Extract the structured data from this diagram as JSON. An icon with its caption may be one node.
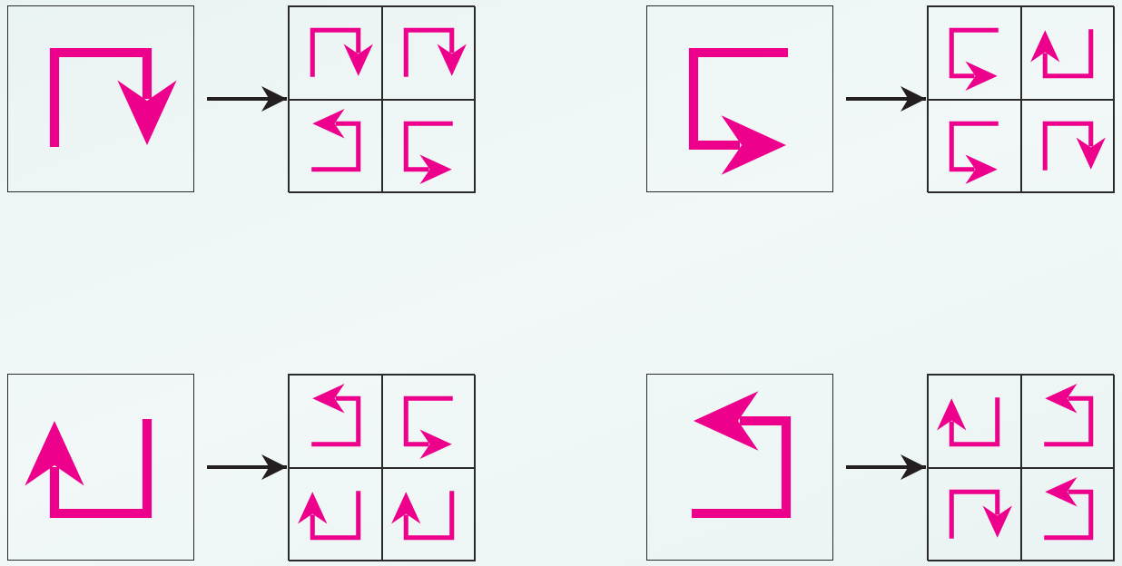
{
  "diagram": {
    "nodes": [
      {
        "text": [],
        "shape": "box"
      },
      {
        "text": [],
        "shape": "box"
      },
      {
        "text": [],
        "shape": "box",
        "in": 1
      },
      {
        "text": [],
        "shape": "box",
        "in": 1
      },
      {
        "text": [],
        "shape": "box",
        "in": 1
      },
      {
        "text": [],
        "shape": "box",
        "in": 1
      },
      {
        "text": [],
        "shape": "box"
      },
      {
        "text": [],
        "shape": "box"
      },
      {
        "text": [],
        "shape": "box",
        "in": 7
      },
      {
        "text": [],
        "shape": "box",
        "in": 7
      },
      {
        "text": [],
        "shape": "box",
        "in": 7
      },
      {
        "text": [],
        "shape": "box",
        "in": 7
      },
      {
        "text": [],
        "shape": "box"
      },
      {
        "text": [],
        "shape": "box"
      },
      {
        "text": [],
        "shape": "box",
        "in": 13
      },
      {
        "text": [],
        "shape": "box",
        "in": 13
      },
      {
        "text": [],
        "shape": "box",
        "in": 13
      },
      {
        "text": [],
        "shape": "box",
        "in": 13
      },
      {
        "text": [],
        "shape": "box"
      },
      {
        "text": [],
        "shape": "box"
      },
      {
        "text": [],
        "shape": "box",
        "in": 19
      },
      {
        "text": [],
        "shape": "box",
        "in": 19
      },
      {
        "text": [],
        "shape": "box",
        "in": 19
      },
      {
        "text": [],
        "shape": "box",
        "in": 19
      }
    ],
    "edges": [
      {
        "from": 0,
        "to": 1,
        "arrow": "to"
      },
      {
        "from": 6,
        "to": 7,
        "arrow": "to"
      },
      {
        "from": 12,
        "to": 13,
        "arrow": "to"
      },
      {
        "from": 18,
        "to": 19,
        "arrow": "to"
      }
    ]
  }
}
